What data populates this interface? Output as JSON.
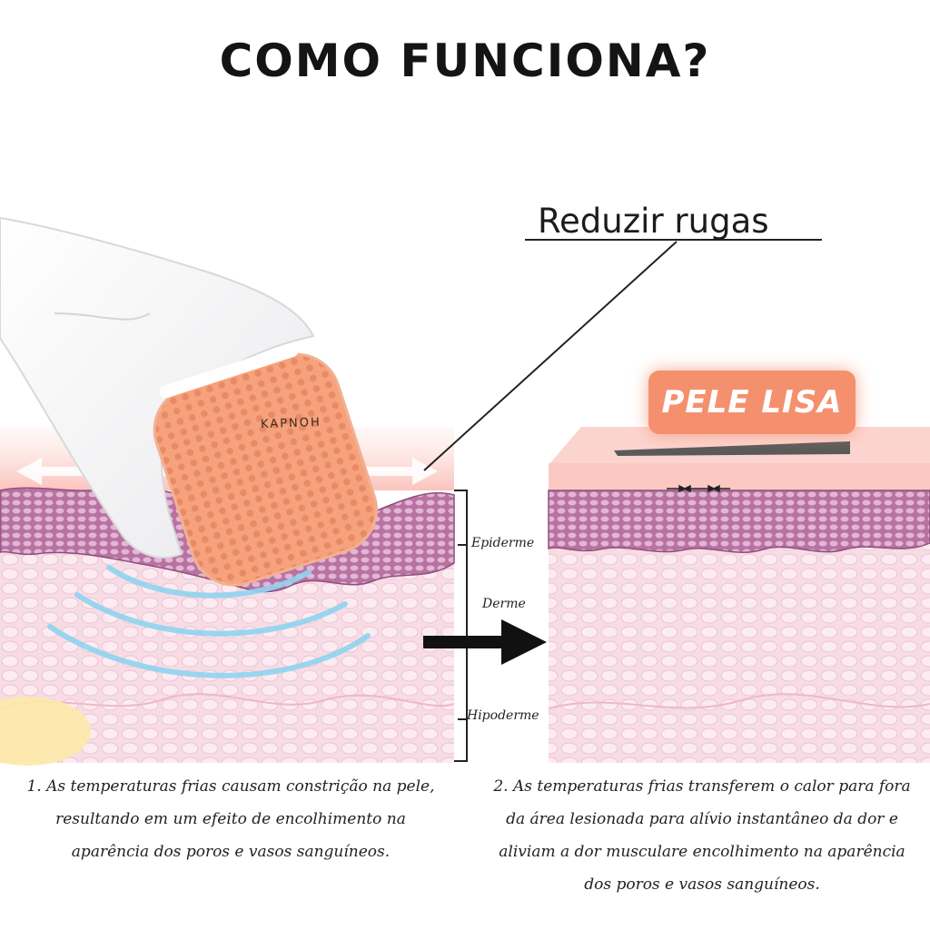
{
  "title": "COMO FUNCIONA?",
  "callout": "Reduzir rugas",
  "badge": "PELE LISA",
  "brand": "KAPNOH",
  "layers": {
    "epiderme": "Epiderme",
    "derme": "Derme",
    "hipoderme": "Hipoderme"
  },
  "captions": {
    "left": [
      "1. As temperaturas frias causam constrição na pele,",
      "resultando em um efeito de encolhimento na",
      "aparência dos poros e vasos sanguíneos."
    ],
    "right": [
      "2. As temperaturas frias transferem o calor para fora",
      "da área lesionada para alívio instantâneo da dor e",
      "aliviam a dor musculare encolhimento na aparência",
      "dos poros e vasos sanguíneos."
    ]
  },
  "colors": {
    "epidermis": "#c882b0",
    "dermis": "#f7dbe4",
    "surface": "#fbc7c2",
    "roller": "#f6a27c",
    "badge": "#f5906f",
    "cold_waves": "#8fd4f0",
    "arrow": "#111111"
  }
}
